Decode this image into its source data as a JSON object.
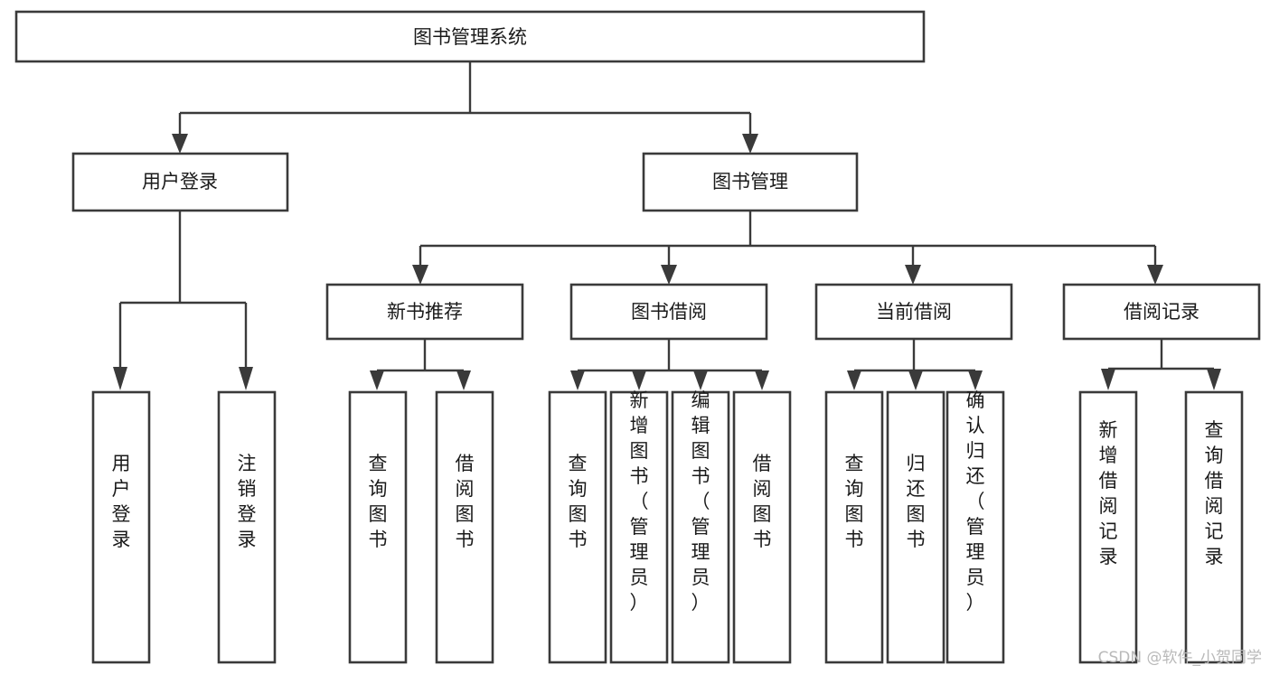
{
  "diagram": {
    "title": "图书管理系统",
    "type": "tree-hierarchy-diagram",
    "colors": {
      "box_stroke": "#3a3a3a",
      "box_fill": "#ffffff",
      "text": "#1a1a1a",
      "background": "#ffffff",
      "watermark": "#b9b9b9"
    },
    "root": {
      "label": "图书管理系统"
    },
    "level2": [
      {
        "label": "用户登录"
      },
      {
        "label": "图书管理"
      }
    ],
    "level3": [
      {
        "label": "新书推荐"
      },
      {
        "label": "图书借阅"
      },
      {
        "label": "当前借阅"
      },
      {
        "label": "借阅记录"
      }
    ],
    "leaves": {
      "user_login": [
        {
          "label": "用户登录"
        },
        {
          "label": "注销登录"
        }
      ],
      "new_book_recommend": [
        {
          "label": "查询图书"
        },
        {
          "label": "借阅图书"
        }
      ],
      "book_borrow": [
        {
          "label": "查询图书"
        },
        {
          "label": "新增图书（管理员）"
        },
        {
          "label": "编辑图书（管理员）"
        },
        {
          "label": "借阅图书"
        }
      ],
      "current_borrow": [
        {
          "label": "查询图书"
        },
        {
          "label": "归还图书"
        },
        {
          "label": "确认归还（管理员）"
        }
      ],
      "borrow_record": [
        {
          "label": "新增借阅记录"
        },
        {
          "label": "查询借阅记录"
        }
      ]
    }
  },
  "watermark": {
    "text": "CSDN @软件_小贺同学"
  }
}
